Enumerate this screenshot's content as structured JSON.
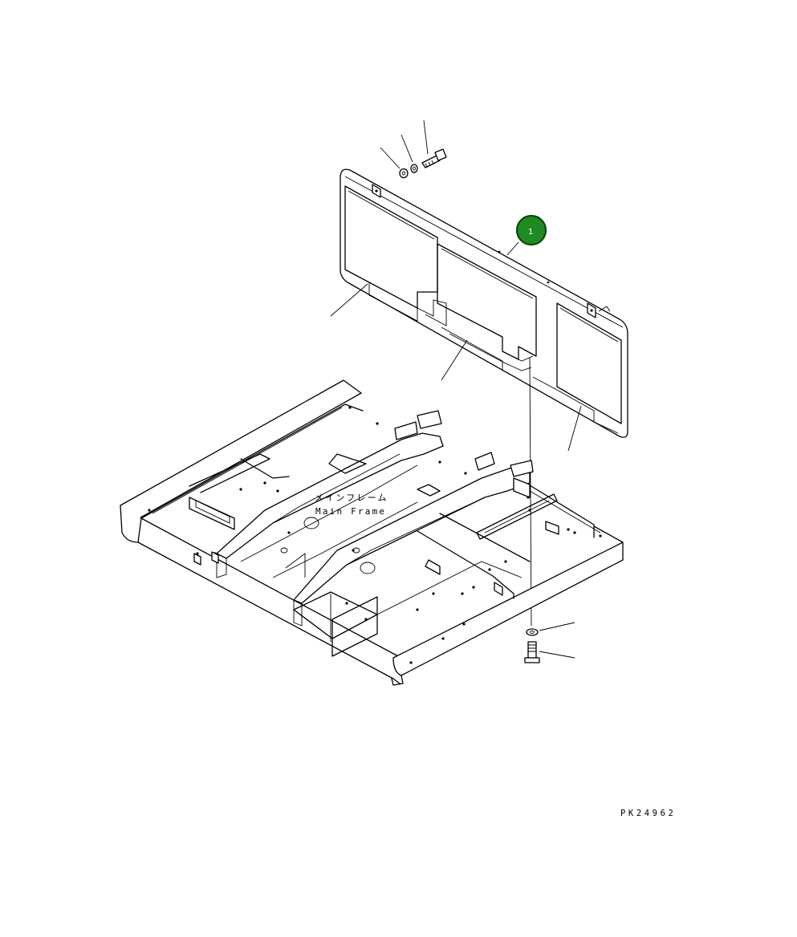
{
  "diagram": {
    "frame_label_jp": "メインフレーム",
    "frame_label_en": "Main Frame",
    "drawing_code": "PK24962",
    "callouts": [
      {
        "number": "1",
        "color": "#1e8a22",
        "ring": "#0a4a0a",
        "text_color": "#ffffff"
      }
    ]
  }
}
